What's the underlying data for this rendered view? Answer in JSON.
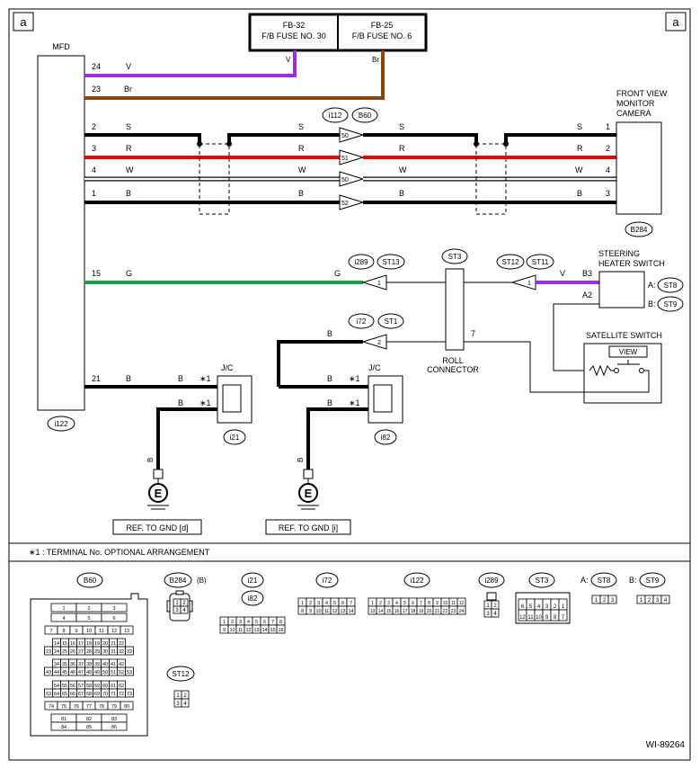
{
  "corner_labels": {
    "left": "a",
    "right": "a"
  },
  "modules": {
    "mfd": "MFD",
    "mfd_id": "i122",
    "front_camera": [
      "FRONT VIEW",
      "MONITOR",
      "CAMERA"
    ],
    "front_camera_id": "B284",
    "steering_heater": [
      "STEERING",
      "HEATER SWITCH"
    ],
    "satellite_switch": "SATELLITE SWITCH",
    "satellite_view": "VIEW",
    "roll_connector": [
      "ROLL",
      "CONNECTOR"
    ],
    "jc": "J/C"
  },
  "fuses": [
    {
      "id": "FB-32",
      "name": "F/B FUSE NO. 30"
    },
    {
      "id": "FB-25",
      "name": "F/B FUSE NO. 6"
    }
  ],
  "fuse_wire_marks": [
    "V",
    "Br"
  ],
  "mfd_wires": [
    {
      "pin": "24",
      "color": "V"
    },
    {
      "pin": "23",
      "color": "Br"
    },
    {
      "pin": "2",
      "color": "S"
    },
    {
      "pin": "3",
      "color": "R"
    },
    {
      "pin": "4",
      "color": "W"
    },
    {
      "pin": "1",
      "color": "B"
    },
    {
      "pin": "15",
      "color": "G"
    },
    {
      "pin": "21",
      "color": "B"
    }
  ],
  "mid_colors": [
    "S",
    "R",
    "W",
    "B",
    "G"
  ],
  "connector_pins": [
    "50",
    "51",
    "50",
    "52"
  ],
  "connector_labels": {
    "i112": "i112",
    "B60": "B60",
    "i289": "i289",
    "ST13": "ST13",
    "ST3": "ST3",
    "ST12": "ST12",
    "ST11": "ST11",
    "i72": "i72",
    "ST1": "ST1",
    "i21": "i21",
    "i82": "i82",
    "ST8": "ST8",
    "ST9": "ST9"
  },
  "right_wires": [
    {
      "color": "S",
      "pin": "1"
    },
    {
      "color": "R",
      "pin": "2"
    },
    {
      "color": "W",
      "pin": "4"
    },
    {
      "color": "B",
      "pin": "3"
    }
  ],
  "steering_pins": {
    "b3": "B3",
    "a2": "A2",
    "v": "V",
    "a_label": "A:",
    "b_label": "B:"
  },
  "green_pin": "1",
  "st12_pin": "1",
  "i72_pin": "2",
  "roll_pin": "7",
  "wire_b": "B",
  "star_label": "∗1",
  "ground_symbol": "E",
  "ground_refs": [
    "REF. TO GND [d]",
    "REF. TO GND [i]"
  ],
  "footnote": "∗1 : TERMINAL No. OPTIONAL ARRANGEMENT",
  "bottom_connectors": {
    "B60": "B60",
    "B284": "B284",
    "B284_suffix": "(B)",
    "i21": "i21",
    "i82": "i82",
    "i72": "i72",
    "i122": "i122",
    "i289": "i289",
    "ST3": "ST3",
    "ST8": "ST8",
    "ST9": "ST9",
    "ST12": "ST12",
    "A": "A:",
    "B": "B:"
  },
  "b60_rows": [
    [
      "1",
      "2",
      "3"
    ],
    [
      "4",
      "5",
      "6"
    ],
    [
      "7",
      "8",
      "9",
      "10",
      "11",
      "12",
      "13"
    ],
    [
      "14",
      "15",
      "16",
      "17",
      "18",
      "19",
      "20",
      "21",
      "22"
    ],
    [
      "23",
      "24",
      "25",
      "26",
      "27",
      "28",
      "29",
      "30",
      "31",
      "32",
      "33"
    ],
    [
      "34",
      "35",
      "36",
      "37",
      "38",
      "39",
      "40",
      "41",
      "42"
    ],
    [
      "43",
      "44",
      "45",
      "46",
      "47",
      "48",
      "49",
      "50",
      "51",
      "52",
      "53"
    ],
    [
      "54",
      "55",
      "56",
      "57",
      "58",
      "59",
      "60",
      "61",
      "62"
    ],
    [
      "63",
      "64",
      "65",
      "66",
      "67",
      "68",
      "69",
      "70",
      "71",
      "72",
      "73"
    ],
    [
      "74",
      "75",
      "76",
      "77",
      "78",
      "79",
      "80"
    ],
    [
      "81",
      "82",
      "83"
    ],
    [
      "84",
      "85",
      "86"
    ]
  ],
  "i21_rows": [
    [
      "1",
      "2",
      "3",
      "4",
      "5",
      "6",
      "7",
      "8"
    ],
    [
      "9",
      "10",
      "11",
      "12",
      "13",
      "14",
      "15",
      "16"
    ]
  ],
  "i72_rows": [
    [
      "1",
      "2",
      "3",
      "4",
      "5",
      "6",
      "7"
    ],
    [
      "8",
      "9",
      "10",
      "11",
      "12",
      "13",
      "14"
    ]
  ],
  "i122_rows": [
    [
      "1",
      "2",
      "3",
      "4",
      "5",
      "6",
      "7",
      "8",
      "9",
      "10",
      "11",
      "12"
    ],
    [
      "13",
      "14",
      "15",
      "16",
      "17",
      "18",
      "19",
      "20",
      "21",
      "22",
      "23",
      "24"
    ]
  ],
  "i289_rows": [
    [
      "1",
      "2"
    ],
    [
      "3",
      "4"
    ]
  ],
  "b284_rows": [
    [
      "1",
      "2"
    ],
    [
      "3",
      "4"
    ]
  ],
  "st3_rows": [
    [
      "6",
      "5",
      "4",
      "3",
      "2",
      "1"
    ],
    [
      "12",
      "11",
      "10",
      "9",
      "8",
      "7"
    ]
  ],
  "st8_row": [
    "1",
    "2",
    "3"
  ],
  "st9_row": [
    "1",
    "2",
    "3",
    "4"
  ],
  "st12_rows": [
    [
      "1",
      "2"
    ],
    [
      "3",
      "4"
    ]
  ],
  "diagram_id": "WI-89264",
  "colors": {
    "violet": "#9b30d9",
    "brown": "#8b4513",
    "red": "#e60000",
    "green": "#1aa04a",
    "black": "#000000"
  }
}
